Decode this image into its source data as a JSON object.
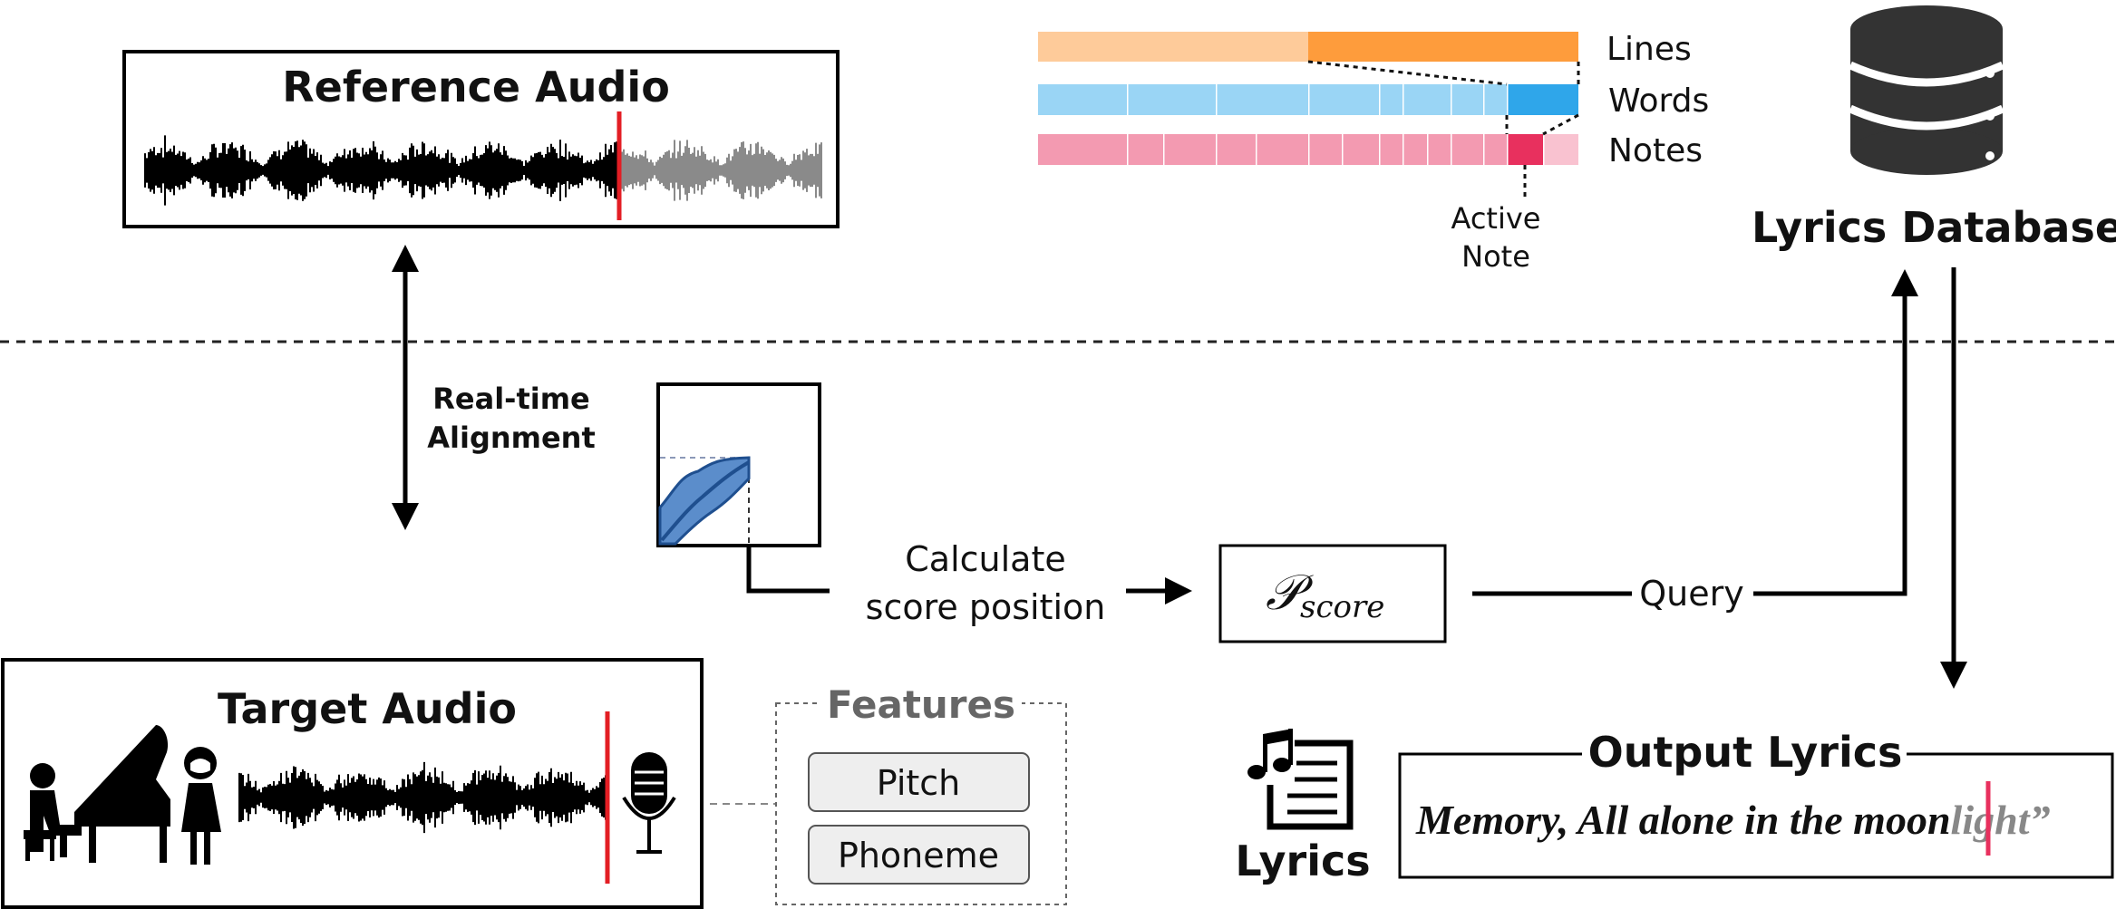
{
  "reference_audio": {
    "title": "Reference Audio"
  },
  "alignment": {
    "line1": "Real-time",
    "line2": "Alignment"
  },
  "target_audio": {
    "title": "Target Audio"
  },
  "features": {
    "title": "Features",
    "items": [
      "Pitch",
      "Phoneme"
    ]
  },
  "calculate": {
    "line1": "Calculate",
    "line2": "score position"
  },
  "pscore": {
    "symbol": "𝒫",
    "subscript": "score"
  },
  "query": {
    "label": "Query"
  },
  "lyrics_database": {
    "title": "Lyrics Database"
  },
  "legend": {
    "lines": "Lines",
    "words": "Words",
    "notes": "Notes",
    "active_note_line1": "Active",
    "active_note_line2": "Note"
  },
  "output_lyrics": {
    "title": "Output Lyrics",
    "sung_text": "Memory, All alone in the moon",
    "upcoming_text": "light”"
  },
  "lyrics_icon": {
    "label": "Lyrics"
  },
  "colors": {
    "lines_light": "#FECB9A",
    "lines_dark": "#FE9C3C",
    "words_light": "#9AD5F5",
    "words_dark": "#2FA6EA",
    "notes_light": "#F39AB1",
    "notes_active": "#E8305E",
    "notes_after": "#F9C2D0",
    "cursor": "#E31E24",
    "path_fill": "#5B8DCB",
    "path_line": "#1F4F8F",
    "feature_fill": "#EEEEEE",
    "feature_title": "#666666",
    "upcoming": "#888888"
  }
}
